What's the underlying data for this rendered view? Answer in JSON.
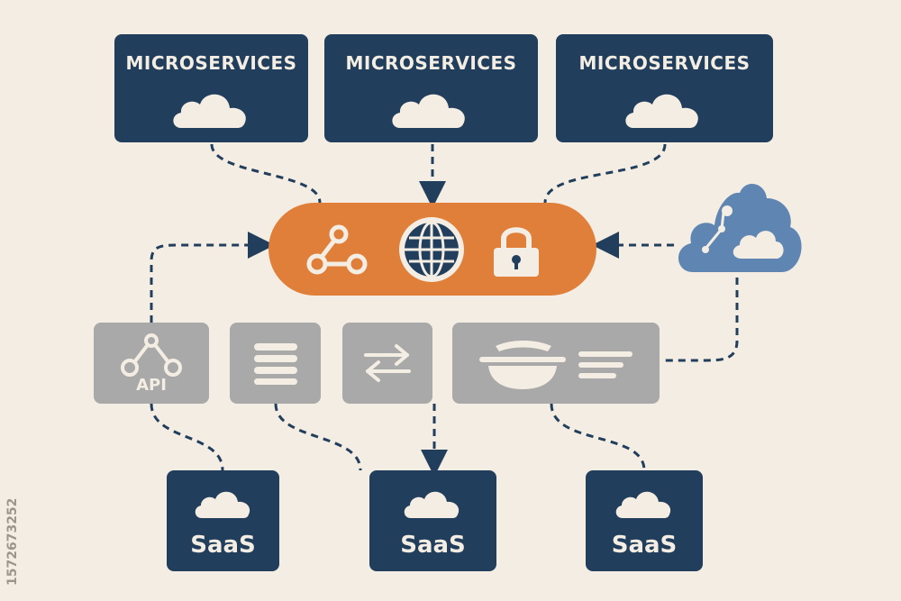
{
  "microservices": [
    {
      "label": "MICROSERVICES",
      "icon": "cloud-icon"
    },
    {
      "label": "MICROSERVICES",
      "icon": "cloud-icon"
    },
    {
      "label": "MICROSERVICES",
      "icon": "cloud-icon"
    }
  ],
  "gateway": {
    "icons": [
      "share-nodes-icon",
      "globe-icon",
      "padlock-icon"
    ],
    "color": "#e07f3a"
  },
  "external_cloud": {
    "icon": "cloud-network-icon",
    "color": "#5f86b3"
  },
  "middle_row": [
    {
      "icon": "network-nodes-icon",
      "label": "API"
    },
    {
      "icon": "stack-lines-icon"
    },
    {
      "icon": "swap-arrows-icon"
    },
    {
      "icon": "bowl-lines-icon"
    }
  ],
  "saas": [
    {
      "label": "SaaS",
      "icon": "cloud-icon"
    },
    {
      "label": "SaaS",
      "icon": "cloud-icon"
    },
    {
      "label": "SaaS",
      "icon": "cloud-icon"
    }
  ],
  "watermark": {
    "text": "1572673252"
  },
  "colors": {
    "background": "#f4ede3",
    "navy": "#213e5c",
    "gray": "#a9a9a9",
    "orange": "#e07f3a",
    "light_blue": "#5f86b3"
  }
}
